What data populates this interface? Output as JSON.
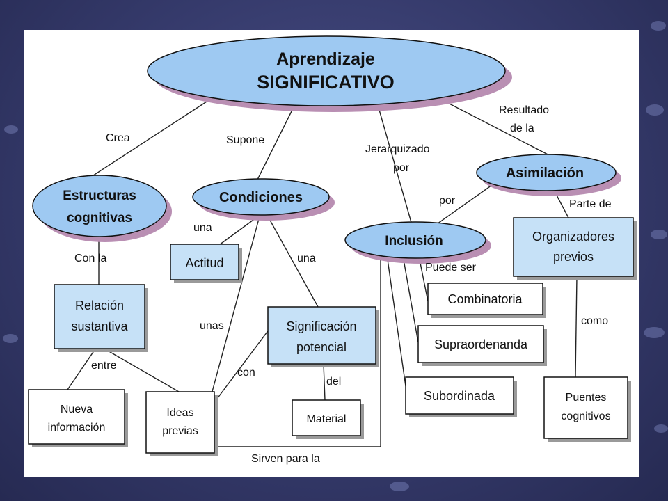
{
  "nodes": {
    "main_line1": "Aprendizaje",
    "main_line2": "SIGNIFICATIVO",
    "estructuras_line1": "Estructuras",
    "estructuras_line2": "cognitivas",
    "condiciones": "Condiciones",
    "inclusion": "Inclusión",
    "asimilacion": "Asimilación",
    "relacion_line1": "Relación",
    "relacion_line2": "sustantiva",
    "actitud": "Actitud",
    "significacion_line1": "Significación",
    "significacion_line2": "potencial",
    "nueva_line1": "Nueva",
    "nueva_line2": "información",
    "ideas_line1": "Ideas",
    "ideas_line2": "previas",
    "material": "Material",
    "combinatoria": "Combinatoria",
    "supraordenanda": "Supraordenanda",
    "subordinada": "Subordinada",
    "organizadores_line1": "Organizadores",
    "organizadores_line2": "previos",
    "puentes_line1": "Puentes",
    "puentes_line2": "cognitivos"
  },
  "links": {
    "crea": "Crea",
    "supone": "Supone",
    "jerarquizado_line1": "Jerarquizado",
    "jerarquizado_line2": "por",
    "resultado_line1": "Resultado",
    "resultado_line2": "de la",
    "por": "por",
    "parte_de": "Parte de",
    "con_la": "Con la",
    "una_1": "una",
    "una_2": "una",
    "unas": "unas",
    "puede_ser": "Puede ser",
    "entre": "entre",
    "con": "con",
    "del": "del",
    "como": "como",
    "sirven_para_la": "Sirven para la"
  },
  "colors": {
    "ellipse_fill": "#9ec9f2",
    "box_fill": "#c6e1f7",
    "shadow": "#b98fb3"
  }
}
